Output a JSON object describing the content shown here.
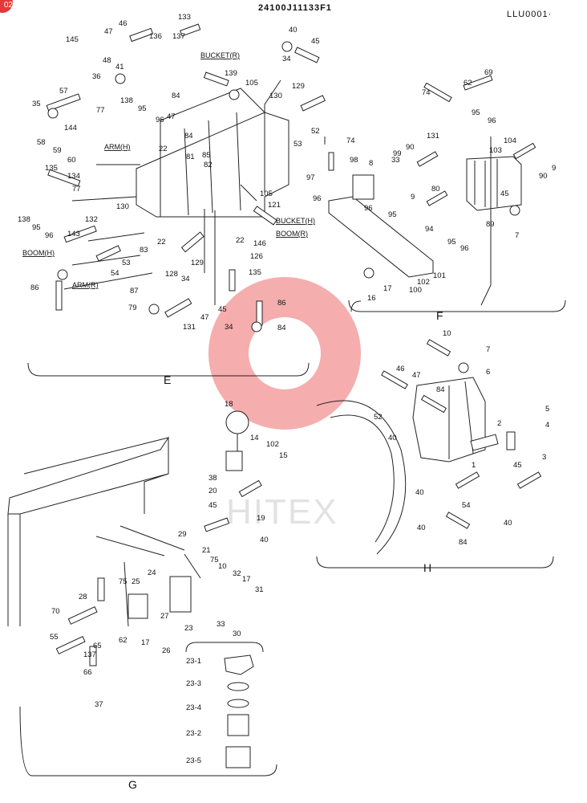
{
  "header": {
    "drawing_number": "24100J11133F1",
    "sheet_code": "LLU0001·",
    "corner_badge": "02"
  },
  "watermark": {
    "text": "HITEX",
    "color": "#e94b4b"
  },
  "sections": [
    {
      "id": "E",
      "label": "E"
    },
    {
      "id": "F",
      "label": "F"
    },
    {
      "id": "H",
      "label": "H"
    },
    {
      "id": "G",
      "label": "G"
    }
  ],
  "line_tags": {
    "bucket_r_top": "BUCKET(R)",
    "arm_h": "ARM(H)",
    "bucket_h": "BUCKET(H)",
    "boom_r": "BOOM(R)",
    "boom_h": "BOOM(H)",
    "arm_r": "ARM(R)"
  },
  "callouts_e": [
    "46",
    "47",
    "133",
    "145",
    "48",
    "137",
    "136",
    "41",
    "36",
    "77",
    "138",
    "57",
    "95",
    "35",
    "58",
    "59",
    "60",
    "144",
    "22",
    "81",
    "82",
    "84",
    "85",
    "47",
    "84",
    "96",
    "139",
    "105",
    "40",
    "45",
    "34",
    "129",
    "130",
    "52",
    "53",
    "135",
    "134",
    "138",
    "95",
    "96",
    "77",
    "130",
    "132",
    "143",
    "54",
    "53",
    "83",
    "22",
    "128",
    "129",
    "105",
    "121",
    "146",
    "22",
    "126",
    "135",
    "87",
    "79",
    "34",
    "47",
    "45",
    "131",
    "34",
    "86",
    "84",
    "86",
    "77"
  ],
  "callouts_f": [
    "74",
    "62",
    "69",
    "95",
    "96",
    "131",
    "104",
    "103",
    "90",
    "9",
    "74",
    "98",
    "8",
    "33",
    "99",
    "90",
    "97",
    "96",
    "96",
    "95",
    "9",
    "80",
    "45",
    "89",
    "94",
    "7",
    "95",
    "102",
    "101",
    "96",
    "16",
    "17",
    "100"
  ],
  "callouts_h": [
    "10",
    "7",
    "6",
    "46",
    "47",
    "84",
    "5",
    "4",
    "52",
    "40",
    "2",
    "3",
    "1",
    "45",
    "40",
    "54",
    "40",
    "40",
    "84"
  ],
  "callouts_g": [
    "18",
    "14",
    "102",
    "15",
    "38",
    "20",
    "45",
    "19",
    "40",
    "29",
    "75",
    "21",
    "10",
    "32",
    "17",
    "31",
    "75",
    "25",
    "24",
    "28",
    "27",
    "70",
    "62",
    "17",
    "26",
    "33",
    "30",
    "55",
    "65",
    "137",
    "66",
    "37",
    "23"
  ],
  "callouts_g_parts": [
    "23-1",
    "23-3",
    "23-4",
    "23-2",
    "23-5"
  ]
}
